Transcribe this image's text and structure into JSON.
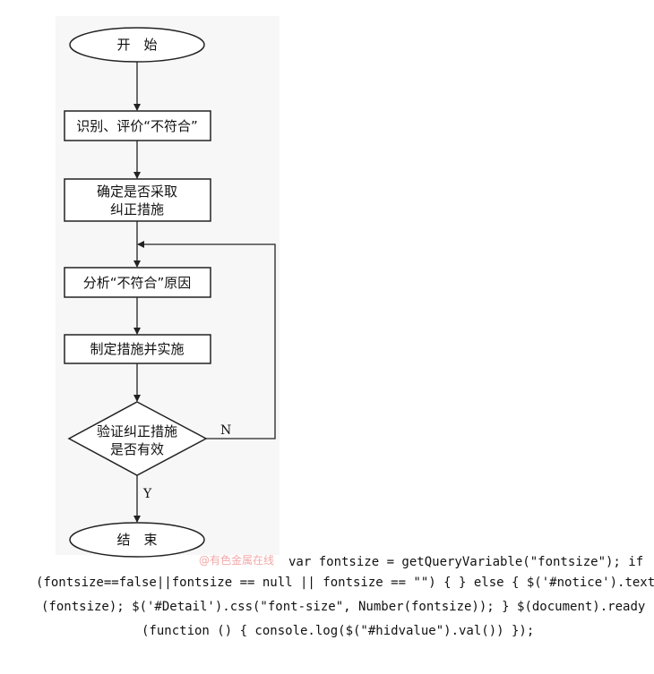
{
  "flowchart": {
    "start": "开　始",
    "step1": "识别、评价“不符合”",
    "step2": [
      "确定是否采取",
      "纠正措施"
    ],
    "step3": "分析“不符合”原因",
    "step4": "制定措施并实施",
    "decision": [
      "验证纠正措施",
      "是否有效"
    ],
    "no_label": "N",
    "yes_label": "Y",
    "end": "结　束"
  },
  "watermark": "@有色金属在线",
  "code": [
    "var fontsize = getQueryVariable(\"fontsize\"); if",
    "(fontsize==false||fontsize == null || fontsize == \"\") { } else { $('#notice').text",
    "(fontsize); $('#Detail').css(\"font-size\", Number(fontsize)); } $(document).ready",
    "(function () { console.log($(\"#hidvalue\").val()) });"
  ],
  "colors": {
    "stroke": "#222222",
    "text": "#111111",
    "panel": "#f7f7f7",
    "watermark": "#f2a8a8"
  }
}
